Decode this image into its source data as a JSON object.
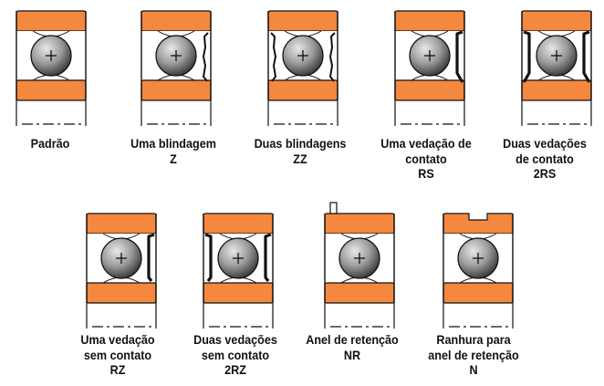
{
  "colors": {
    "ring": "#f4883e",
    "ball_light": "#e8e8e8",
    "ball_dark": "#3a3a3a",
    "line": "#111111",
    "text": "#111111"
  },
  "bearings": [
    {
      "id": "padrao",
      "seal_left": "none",
      "seal_right": "none",
      "groove": "none",
      "lines": [
        "Padrão",
        "",
        ""
      ]
    },
    {
      "id": "z",
      "seal_left": "none",
      "seal_right": "shield",
      "groove": "none",
      "lines": [
        "Uma blindagem",
        "Z",
        ""
      ]
    },
    {
      "id": "zz",
      "seal_left": "shield",
      "seal_right": "shield",
      "groove": "none",
      "lines": [
        "Duas blindagens",
        "ZZ",
        ""
      ]
    },
    {
      "id": "rs",
      "seal_left": "none",
      "seal_right": "contact",
      "groove": "none",
      "lines": [
        "Uma vedação de",
        "contato",
        "RS"
      ]
    },
    {
      "id": "2rs",
      "seal_left": "contact",
      "seal_right": "contact",
      "groove": "none",
      "lines": [
        "Duas vedações",
        "de contato",
        "2RS"
      ]
    },
    {
      "id": "rz",
      "seal_left": "none",
      "seal_right": "noncontact",
      "groove": "none",
      "lines": [
        "Uma vedação",
        "sem contato",
        "RZ"
      ]
    },
    {
      "id": "2rz",
      "seal_left": "noncontact",
      "seal_right": "noncontact",
      "groove": "none",
      "lines": [
        "Duas vedações",
        "sem contato",
        "2RZ"
      ]
    },
    {
      "id": "nr",
      "seal_left": "none",
      "seal_right": "none",
      "groove": "ring",
      "lines": [
        "Anel de retenção",
        "NR",
        ""
      ]
    },
    {
      "id": "n",
      "seal_left": "none",
      "seal_right": "none",
      "groove": "groove",
      "lines": [
        "Ranhura para",
        "anel de retenção",
        "N"
      ]
    }
  ]
}
